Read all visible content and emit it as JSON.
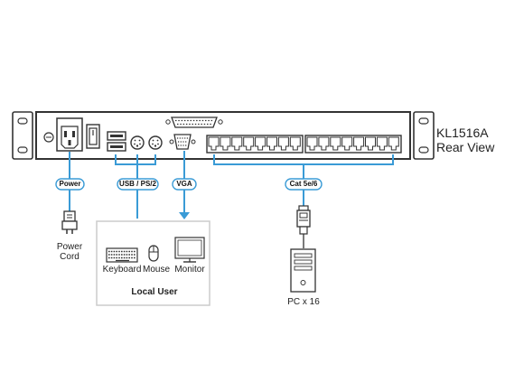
{
  "device": {
    "model": "KL1516A",
    "view": "Rear View"
  },
  "connections": {
    "power": {
      "label": "Power"
    },
    "usb_ps2": {
      "label": "USB / PS/2"
    },
    "vga": {
      "label": "VGA"
    },
    "cat": {
      "label": "Cat 5e/6"
    }
  },
  "peripherals": {
    "power_cord": {
      "line1": "Power",
      "line2": "Cord"
    },
    "keyboard": "Keyboard",
    "mouse": "Mouse",
    "monitor": "Monitor",
    "local_user": "Local User",
    "pc": "PC x 16"
  },
  "colors": {
    "accent_blue": "#3a9bd6",
    "outline": "#333333",
    "light_gray": "#dddddd",
    "panel_border": "#cccccc"
  },
  "icons": [
    "power-inlet-icon",
    "power-switch-icon",
    "usb-port-icon",
    "ps2-port-icon",
    "vga-port-icon",
    "db25-port-icon",
    "rj45-port-icon",
    "power-plug-icon",
    "rj45-plug-icon",
    "keyboard-icon",
    "mouse-icon",
    "monitor-icon",
    "pc-tower-icon"
  ]
}
